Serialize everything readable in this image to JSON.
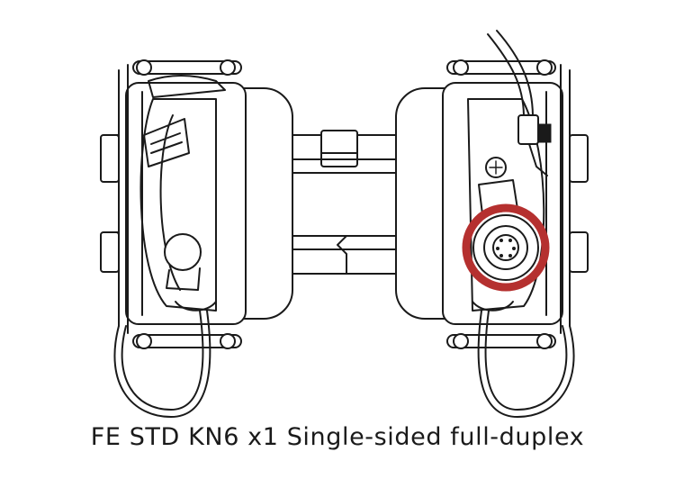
{
  "caption": "FE STD KN6 x1 Single-sided full-duplex",
  "colors": {
    "highlight_ring": "#b5302f",
    "line": "#1a1a1a",
    "background": "#ffffff"
  },
  "parts": {
    "left_ear_cup": "left-ear-cup",
    "right_ear_cup": "right-ear-cup",
    "headband": "headband",
    "connector": "6-pin-connector",
    "cable": "cable"
  }
}
